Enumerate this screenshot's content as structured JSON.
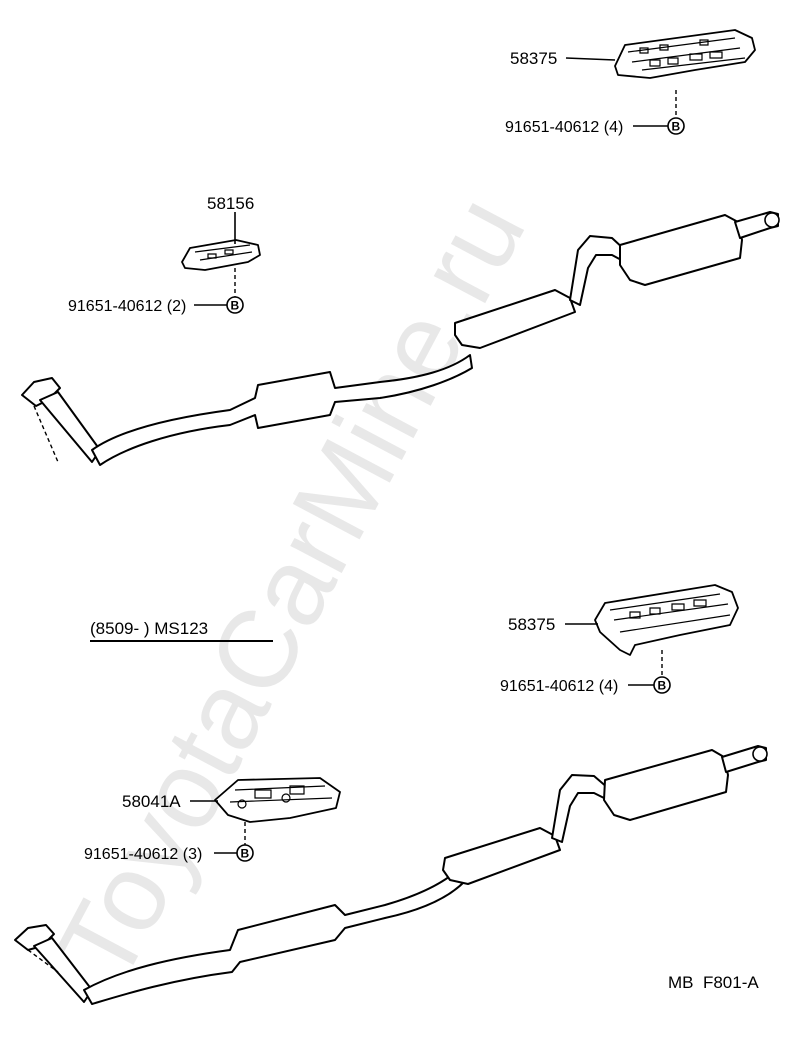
{
  "watermark": "ToyotaCarMine.ru",
  "diagram_code": "MB  F801-A",
  "bolt_symbol": "B",
  "upper_assembly": {
    "heat_insulator_right": {
      "part_no": "58375",
      "bolt": "91651-40612 (4)"
    },
    "heat_insulator_left": {
      "part_no": "58156",
      "bolt": "91651-40612 (2)"
    }
  },
  "lower_assembly": {
    "variant_label": "(8509-        ) MS123",
    "heat_insulator_right": {
      "part_no": "58375",
      "bolt": "91651-40612 (4)"
    },
    "heat_insulator_left": {
      "part_no": "58041A",
      "bolt": "91651-40612 (3)"
    }
  }
}
